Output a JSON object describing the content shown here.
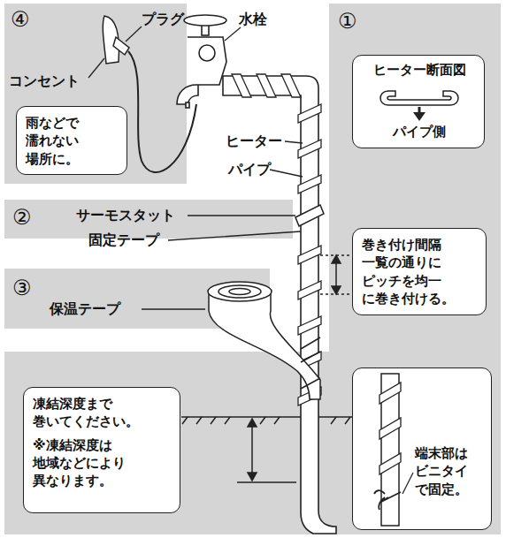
{
  "diagram": {
    "nodes": [
      {
        "text": [
          "雨などで 濡れない 場所に。"
        ]
      },
      {
        "text": [
          "ヒーター断面図",
          "パイプ側"
        ]
      },
      {
        "text": [
          "巻き付け間隔 一覧の通りに ピッチを均一 に巻き付ける。"
        ]
      },
      {
        "text": [
          "凍結深度まで 巻いてください。",
          "※凍結深度は 地域などにより 異なります。"
        ]
      },
      {
        "text": [
          "端末部は ビニタイ で固定。"
        ]
      }
    ],
    "labels": [
      "④",
      "プラグ",
      "水栓",
      "コンセント",
      "ヒーター",
      "パイプ",
      "①",
      "②",
      "サーモスタット",
      "固定テープ",
      "③",
      "保温テープ"
    ]
  }
}
